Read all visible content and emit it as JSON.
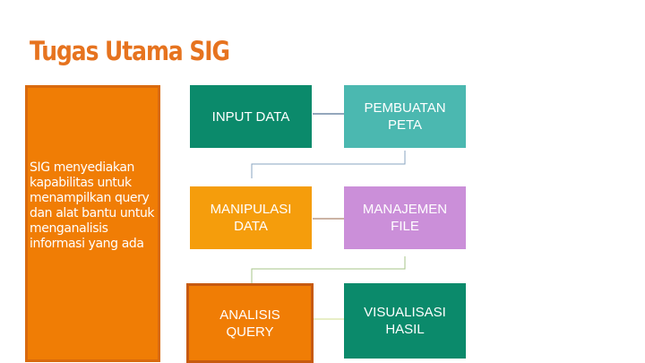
{
  "title": "Tugas Utama SIG",
  "sidebar": {
    "text": "SIG menyediakan kapabilitas untuk menampilkan query dan alat bantu untuk menganalisis informasi yang ada",
    "color": "#f07d05"
  },
  "steps": [
    {
      "label": "INPUT DATA",
      "color": "#0b8a6b"
    },
    {
      "label": "PEMBUATAN\nPETA",
      "color": "#4bb8b0"
    },
    {
      "label": "MANIPULASI\nDATA",
      "color": "#f59d0c"
    },
    {
      "label": "MANAJEMEN\nFILE",
      "color": "#cb8fd9"
    },
    {
      "label": "ANALISIS\nQUERY",
      "color": "#f07d05"
    },
    {
      "label": "VISUALISASI\nHASIL",
      "color": "#0b8a6b"
    }
  ]
}
